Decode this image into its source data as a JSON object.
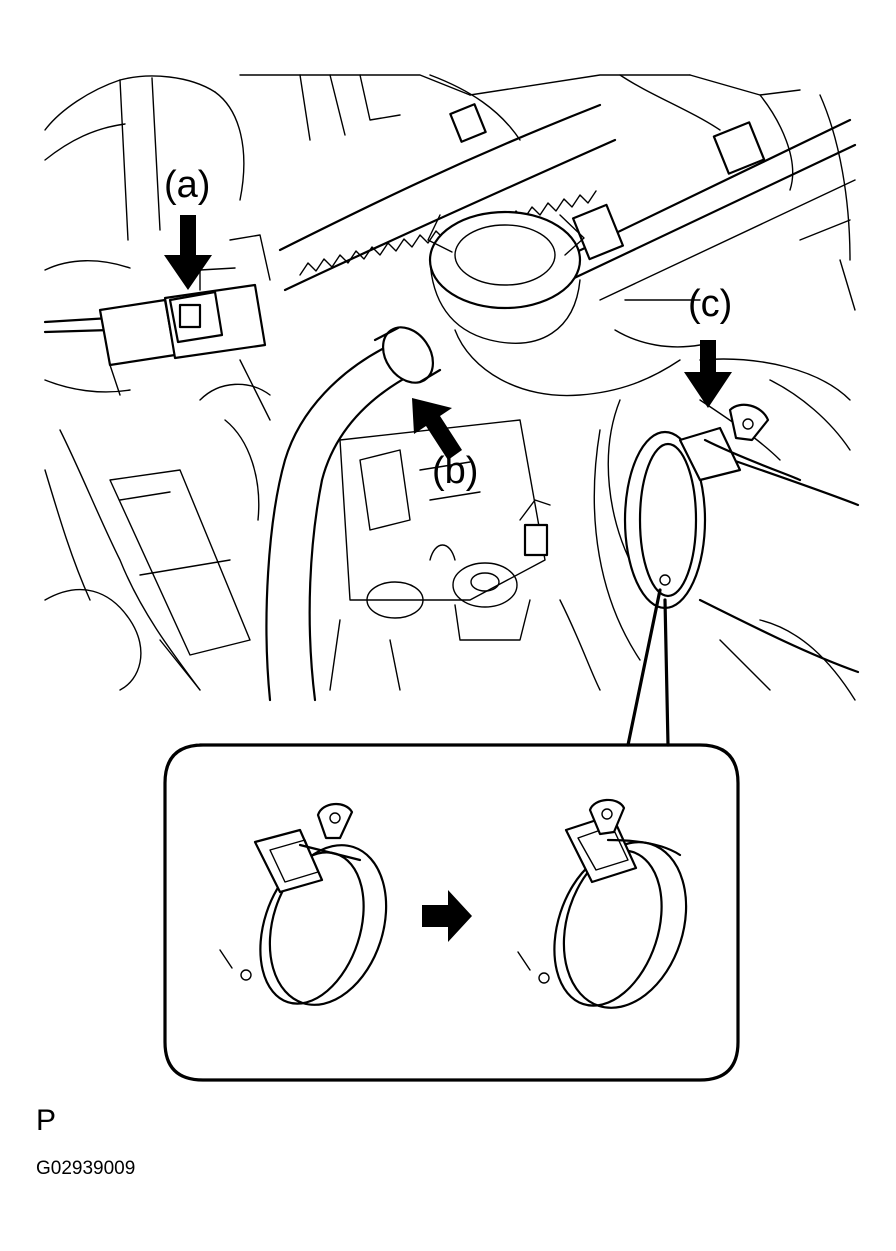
{
  "callouts": {
    "a": "(a)",
    "b": "(b)",
    "c": "(c)"
  },
  "footer": {
    "section_letter": "P",
    "figure_id": "G02939009"
  }
}
